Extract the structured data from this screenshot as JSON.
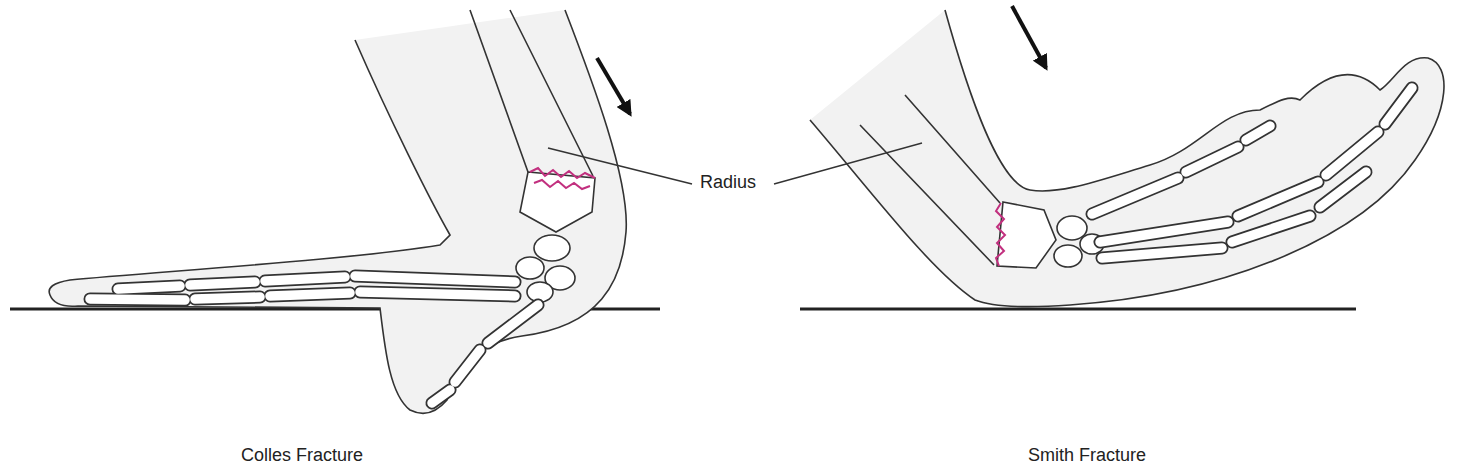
{
  "diagram": {
    "labels": [
      "Radius",
      "Colles Fracture",
      "Smith Fracture"
    ]
  }
}
